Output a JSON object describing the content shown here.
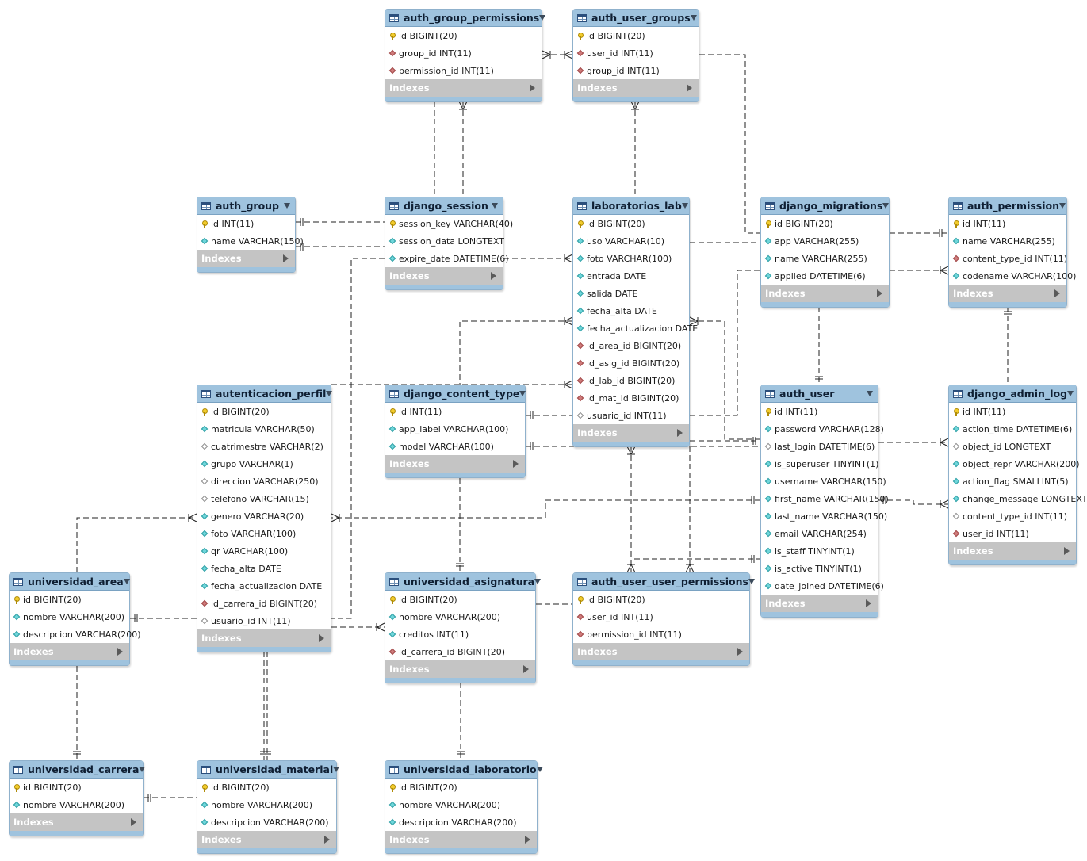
{
  "diagram": {
    "indexes_label": "Indexes",
    "tables": [
      {
        "id": "auth_group_permissions",
        "name": "auth_group_permissions",
        "columns": [
          {
            "icon": "key",
            "text": "id BIGINT(20)"
          },
          {
            "icon": "fk",
            "text": "group_id INT(11)"
          },
          {
            "icon": "fk",
            "text": "permission_id INT(11)"
          }
        ]
      },
      {
        "id": "auth_user_groups",
        "name": "auth_user_groups",
        "columns": [
          {
            "icon": "key",
            "text": "id BIGINT(20)"
          },
          {
            "icon": "fk",
            "text": "user_id INT(11)"
          },
          {
            "icon": "fk",
            "text": "group_id INT(11)"
          }
        ]
      },
      {
        "id": "auth_group",
        "name": "auth_group",
        "columns": [
          {
            "icon": "key",
            "text": "id INT(11)"
          },
          {
            "icon": "nn",
            "text": "name VARCHAR(150)"
          }
        ]
      },
      {
        "id": "django_session",
        "name": "django_session",
        "columns": [
          {
            "icon": "key",
            "text": "session_key VARCHAR(40)"
          },
          {
            "icon": "nn",
            "text": "session_data LONGTEXT"
          },
          {
            "icon": "nn",
            "text": "expire_date DATETIME(6)"
          }
        ]
      },
      {
        "id": "laboratorios_lab",
        "name": "laboratorios_lab",
        "columns": [
          {
            "icon": "key",
            "text": "id BIGINT(20)"
          },
          {
            "icon": "nn",
            "text": "uso VARCHAR(10)"
          },
          {
            "icon": "nn",
            "text": "foto VARCHAR(100)"
          },
          {
            "icon": "nn",
            "text": "entrada DATE"
          },
          {
            "icon": "nn",
            "text": "salida DATE"
          },
          {
            "icon": "nn",
            "text": "fecha_alta DATE"
          },
          {
            "icon": "nn",
            "text": "fecha_actualizacion DATE"
          },
          {
            "icon": "fk",
            "text": "id_area_id BIGINT(20)"
          },
          {
            "icon": "fk",
            "text": "id_asig_id BIGINT(20)"
          },
          {
            "icon": "fk",
            "text": "id_lab_id BIGINT(20)"
          },
          {
            "icon": "fk",
            "text": "id_mat_id BIGINT(20)"
          },
          {
            "icon": "nu",
            "text": "usuario_id INT(11)"
          }
        ]
      },
      {
        "id": "django_migrations",
        "name": "django_migrations",
        "columns": [
          {
            "icon": "key",
            "text": "id BIGINT(20)"
          },
          {
            "icon": "nn",
            "text": "app VARCHAR(255)"
          },
          {
            "icon": "nn",
            "text": "name VARCHAR(255)"
          },
          {
            "icon": "nn",
            "text": "applied DATETIME(6)"
          }
        ]
      },
      {
        "id": "auth_permission",
        "name": "auth_permission",
        "columns": [
          {
            "icon": "key",
            "text": "id INT(11)"
          },
          {
            "icon": "nn",
            "text": "name VARCHAR(255)"
          },
          {
            "icon": "fk",
            "text": "content_type_id INT(11)"
          },
          {
            "icon": "nn",
            "text": "codename VARCHAR(100)"
          }
        ]
      },
      {
        "id": "autenticacion_perfil",
        "name": "autenticacion_perfil",
        "columns": [
          {
            "icon": "key",
            "text": "id BIGINT(20)"
          },
          {
            "icon": "nn",
            "text": "matricula VARCHAR(50)"
          },
          {
            "icon": "nu",
            "text": "cuatrimestre VARCHAR(2)"
          },
          {
            "icon": "nn",
            "text": "grupo VARCHAR(1)"
          },
          {
            "icon": "nu",
            "text": "direccion VARCHAR(250)"
          },
          {
            "icon": "nu",
            "text": "telefono VARCHAR(15)"
          },
          {
            "icon": "nn",
            "text": "genero VARCHAR(20)"
          },
          {
            "icon": "nn",
            "text": "foto VARCHAR(100)"
          },
          {
            "icon": "nn",
            "text": "qr VARCHAR(100)"
          },
          {
            "icon": "nn",
            "text": "fecha_alta DATE"
          },
          {
            "icon": "nn",
            "text": "fecha_actualizacion DATE"
          },
          {
            "icon": "fk",
            "text": "id_carrera_id BIGINT(20)"
          },
          {
            "icon": "nu",
            "text": "usuario_id INT(11)"
          }
        ]
      },
      {
        "id": "django_content_type",
        "name": "django_content_type",
        "columns": [
          {
            "icon": "key",
            "text": "id INT(11)"
          },
          {
            "icon": "nn",
            "text": "app_label VARCHAR(100)"
          },
          {
            "icon": "nn",
            "text": "model VARCHAR(100)"
          }
        ]
      },
      {
        "id": "auth_user",
        "name": "auth_user",
        "columns": [
          {
            "icon": "key",
            "text": "id INT(11)"
          },
          {
            "icon": "nn",
            "text": "password VARCHAR(128)"
          },
          {
            "icon": "nu",
            "text": "last_login DATETIME(6)"
          },
          {
            "icon": "nn",
            "text": "is_superuser TINYINT(1)"
          },
          {
            "icon": "nn",
            "text": "username VARCHAR(150)"
          },
          {
            "icon": "nn",
            "text": "first_name VARCHAR(150)"
          },
          {
            "icon": "nn",
            "text": "last_name VARCHAR(150)"
          },
          {
            "icon": "nn",
            "text": "email VARCHAR(254)"
          },
          {
            "icon": "nn",
            "text": "is_staff TINYINT(1)"
          },
          {
            "icon": "nn",
            "text": "is_active TINYINT(1)"
          },
          {
            "icon": "nn",
            "text": "date_joined DATETIME(6)"
          }
        ]
      },
      {
        "id": "django_admin_log",
        "name": "django_admin_log",
        "columns": [
          {
            "icon": "key",
            "text": "id INT(11)"
          },
          {
            "icon": "nn",
            "text": "action_time DATETIME(6)"
          },
          {
            "icon": "nu",
            "text": "object_id LONGTEXT"
          },
          {
            "icon": "nn",
            "text": "object_repr VARCHAR(200)"
          },
          {
            "icon": "nn",
            "text": "action_flag SMALLINT(5)"
          },
          {
            "icon": "nn",
            "text": "change_message LONGTEXT"
          },
          {
            "icon": "nu",
            "text": "content_type_id INT(11)"
          },
          {
            "icon": "fk",
            "text": "user_id INT(11)"
          }
        ]
      },
      {
        "id": "universidad_area",
        "name": "universidad_area",
        "columns": [
          {
            "icon": "key",
            "text": "id BIGINT(20)"
          },
          {
            "icon": "nn",
            "text": "nombre VARCHAR(200)"
          },
          {
            "icon": "nn",
            "text": "descripcion VARCHAR(200)"
          }
        ]
      },
      {
        "id": "universidad_asignatura",
        "name": "universidad_asignatura",
        "columns": [
          {
            "icon": "key",
            "text": "id BIGINT(20)"
          },
          {
            "icon": "nn",
            "text": "nombre VARCHAR(200)"
          },
          {
            "icon": "nn",
            "text": "creditos INT(11)"
          },
          {
            "icon": "fk",
            "text": "id_carrera_id BIGINT(20)"
          }
        ]
      },
      {
        "id": "auth_user_user_permissions",
        "name": "auth_user_user_permissions",
        "columns": [
          {
            "icon": "key",
            "text": "id BIGINT(20)"
          },
          {
            "icon": "fk",
            "text": "user_id INT(11)"
          },
          {
            "icon": "fk",
            "text": "permission_id INT(11)"
          }
        ]
      },
      {
        "id": "universidad_carrera",
        "name": "universidad_carrera",
        "columns": [
          {
            "icon": "key",
            "text": "id BIGINT(20)"
          },
          {
            "icon": "nn",
            "text": "nombre VARCHAR(200)"
          }
        ]
      },
      {
        "id": "universidad_material",
        "name": "universidad_material",
        "columns": [
          {
            "icon": "key",
            "text": "id BIGINT(20)"
          },
          {
            "icon": "nn",
            "text": "nombre VARCHAR(200)"
          },
          {
            "icon": "nn",
            "text": "descripcion VARCHAR(200)"
          }
        ]
      },
      {
        "id": "universidad_laboratorio",
        "name": "universidad_laboratorio",
        "columns": [
          {
            "icon": "key",
            "text": "id BIGINT(20)"
          },
          {
            "icon": "nn",
            "text": "nombre VARCHAR(200)"
          },
          {
            "icon": "nn",
            "text": "descripcion VARCHAR(200)"
          }
        ]
      }
    ]
  }
}
